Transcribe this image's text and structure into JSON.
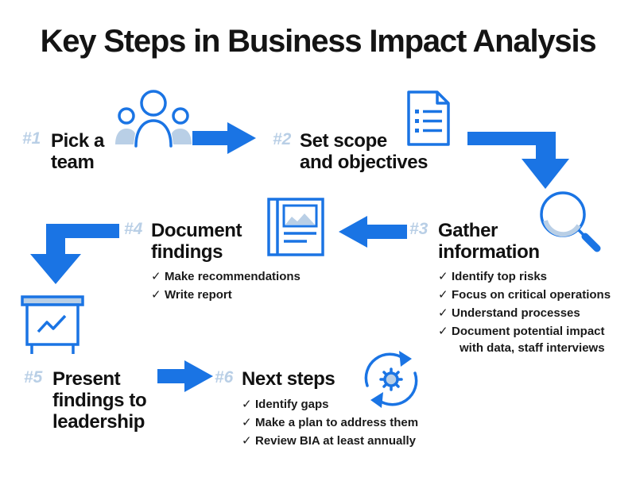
{
  "title": "Key Steps in Business Impact Analysis",
  "colors": {
    "primary_blue": "#1a74e4",
    "light_blue": "#b9cfe6",
    "text": "#111111"
  },
  "check_mark": "✓",
  "steps": [
    {
      "number": "#1",
      "title_lines": [
        "Pick a",
        "team"
      ],
      "icon": "team-icon",
      "bullets": []
    },
    {
      "number": "#2",
      "title_lines": [
        "Set scope",
        "and objectives"
      ],
      "icon": "document-list-icon",
      "bullets": []
    },
    {
      "number": "#3",
      "title_lines": [
        "Gather",
        "information"
      ],
      "icon": "magnifier-icon",
      "bullets": [
        "Identify top risks",
        "Focus on critical operations",
        "Understand processes",
        "Document potential impact",
        "with data, staff interviews"
      ]
    },
    {
      "number": "#4",
      "title_lines": [
        "Document",
        "findings"
      ],
      "icon": "report-book-icon",
      "bullets": [
        "Make recommendations",
        "Write report"
      ]
    },
    {
      "number": "#5",
      "title_lines": [
        "Present",
        "findings to",
        "leadership"
      ],
      "icon": "presentation-board-icon",
      "bullets": []
    },
    {
      "number": "#6",
      "title_lines": [
        "Next steps"
      ],
      "icon": "cycle-gear-icon",
      "bullets": [
        "Identify gaps",
        "Make a plan to address them",
        "Review BIA at least annually"
      ]
    }
  ]
}
